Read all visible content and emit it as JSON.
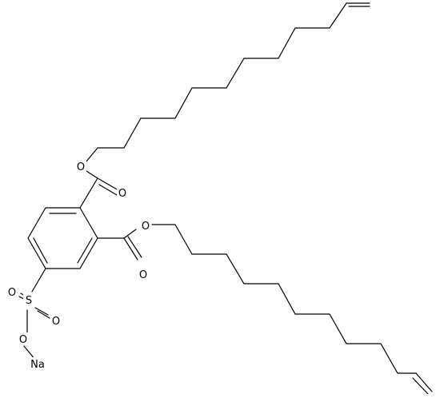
{
  "atom_labels": {
    "o_ester1": "O",
    "o_carbonyl1": "O",
    "o_ester2": "O",
    "o_carbonyl2": "O",
    "s": "S",
    "o_sulfonyl1": "O",
    "o_sulfonyl2": "O",
    "o_sulfonate": "O",
    "na": "Na"
  }
}
